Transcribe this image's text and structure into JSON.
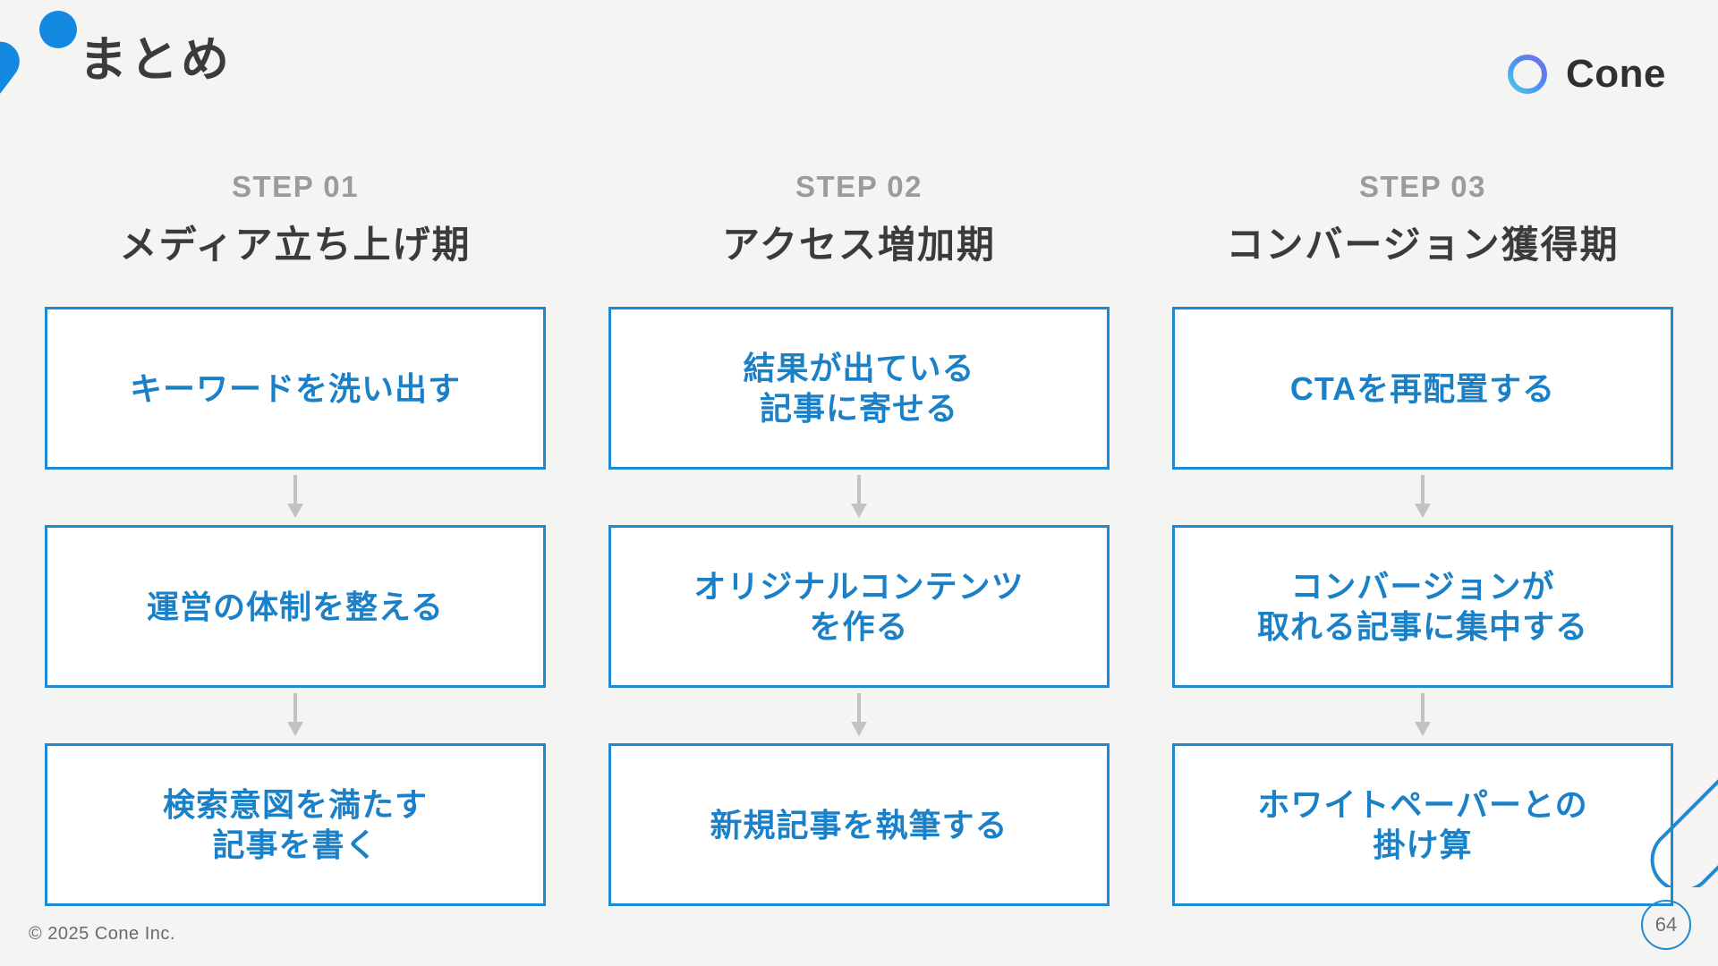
{
  "header": {
    "title": "まとめ",
    "brand_name": "Cone",
    "brand_icon": "cone-ring-logo"
  },
  "colors": {
    "background": "#f4f4f3",
    "accent_blue": "#1f8ad2",
    "text_blue": "#1a81c8",
    "dark_text": "#3b3b3b",
    "muted_text": "#9b9b9b",
    "deco_blue": "#1288e0"
  },
  "columns": [
    {
      "step_label": "STEP 01",
      "step_title": "メディア立ち上げ期",
      "nodes": [
        "キーワードを洗い出す",
        "運営の体制を整える",
        "検索意図を満たす\n記事を書く"
      ]
    },
    {
      "step_label": "STEP 02",
      "step_title": "アクセス増加期",
      "nodes": [
        "結果が出ている\n記事に寄せる",
        "オリジナルコンテンツ\nを作る",
        "新規記事を執筆する"
      ]
    },
    {
      "step_label": "STEP 03",
      "step_title": "コンバージョン獲得期",
      "nodes": [
        "CTAを再配置する",
        "コンバージョンが\n取れる記事に集中する",
        "ホワイトペーパーとの\n掛け算"
      ]
    }
  ],
  "footer": {
    "copyright": "© 2025 Cone Inc.",
    "page_number": "64"
  }
}
